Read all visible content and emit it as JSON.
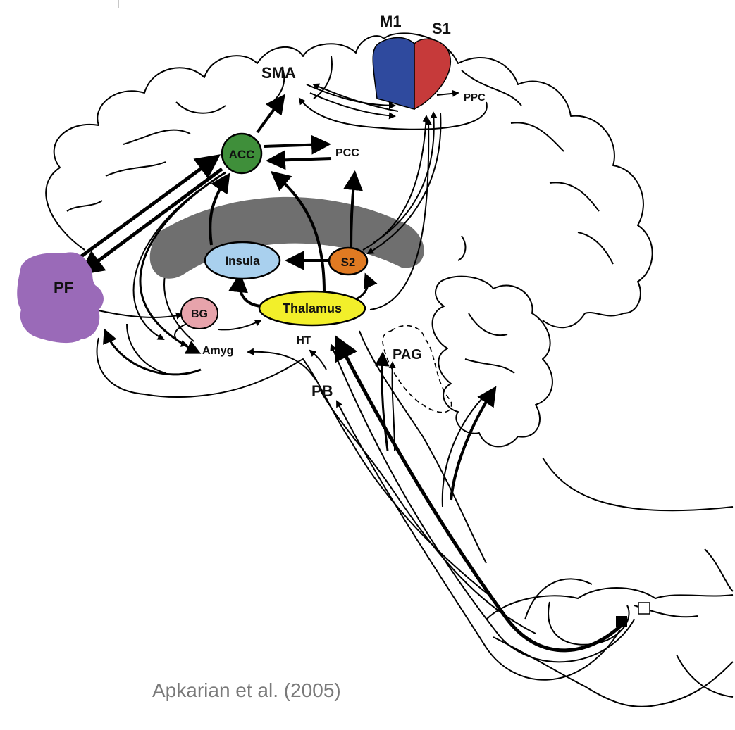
{
  "diagram": {
    "regions": {
      "m1": "M1",
      "s1": "S1",
      "sma": "SMA",
      "ppc": "PPC",
      "acc": "ACC",
      "pcc": "PCC",
      "pf": "PF",
      "insula": "Insula",
      "s2": "S2",
      "bg": "BG",
      "thalamus": "Thalamus",
      "ht": "HT",
      "amyg": "Amyg",
      "pag": "PAG",
      "pb": "PB"
    },
    "caption": "Apkarian et al. (2005)"
  },
  "colors": {
    "m1": "#2f4a9e",
    "s1": "#c63a3a",
    "acc": "#3f8f3a",
    "pf": "#9a6ab8",
    "insula": "#a9d0ee",
    "s2": "#e07a22",
    "bg": "#e7a3ab",
    "thalamus": "#f2ef2a",
    "ventricle": "#6f6f6f"
  }
}
